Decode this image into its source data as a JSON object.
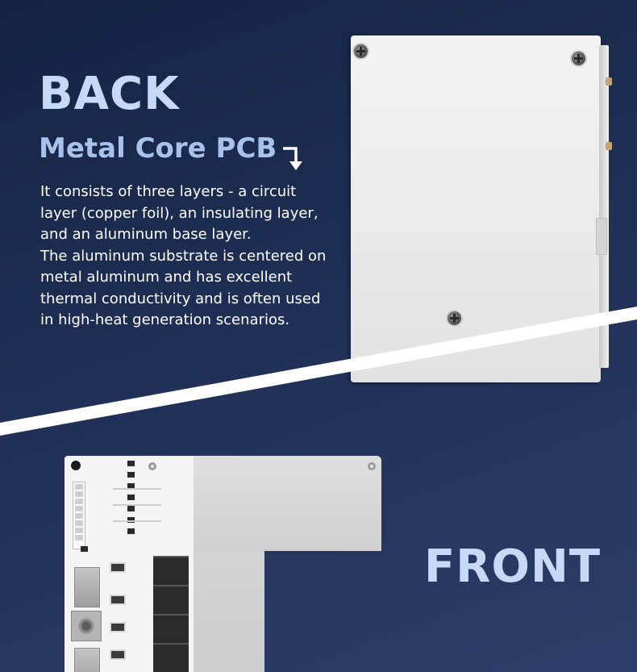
{
  "back": {
    "title": "BACK",
    "subtitle": "Metal Core PCB",
    "arrow_icon": "arrow-turn-down-icon",
    "description_lines": [
      "It consists of three layers - a circuit",
      "layer (copper foil), an insulating layer,",
      "and an aluminum base layer.",
      "The aluminum substrate is centered on",
      "metal aluminum and has excellent",
      "thermal conductivity and is often used",
      "in high-heat generation scenarios."
    ]
  },
  "front": {
    "title": "FRONT"
  },
  "colors": {
    "background_dark": "#152442",
    "background_light": "#2c3d69",
    "title": "#c7d9f6",
    "subtitle": "#a9c2ea",
    "body_text": "#ffffff",
    "divider": "#ffffff"
  }
}
